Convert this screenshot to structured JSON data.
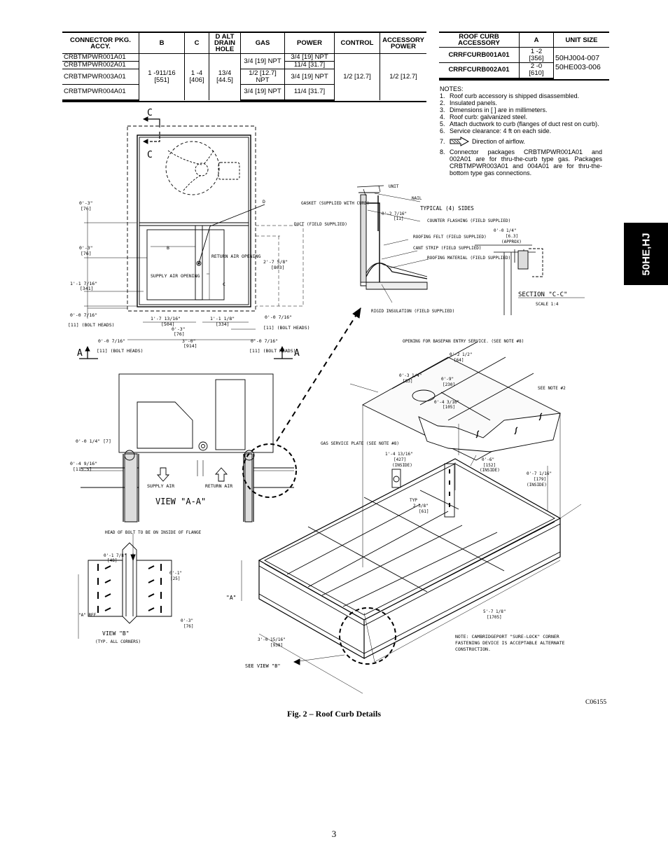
{
  "connector_table": {
    "headers": [
      "CONNECTOR PKG. ACCY.",
      "B",
      "C",
      "D ALT DRAIN HOLE",
      "GAS",
      "POWER",
      "CONTROL",
      "ACCESSORY POWER"
    ],
    "rows": [
      {
        "pkg": "CRBTMPWR001A01",
        "gas": "3/4 [19] NPT",
        "power": "3/4  [19] NPT"
      },
      {
        "pkg": "CRBTMPWR002A01",
        "gas": "",
        "power": "11/4  [31.7]"
      },
      {
        "pkg": "CRBTMPWR003A01",
        "gas": "1/2 [12.7] NPT",
        "power": "3/4  [19] NPT"
      },
      {
        "pkg": "CRBTMPWR004A01",
        "gas": "3/4 [19] NPT",
        "power": "11/4  [31.7]"
      }
    ],
    "b": "1 -911/16 [551]",
    "c": "1 -4 [406]",
    "d": "13/4 [44.5]",
    "control": "1/2 [12.7]",
    "accessory_power": "1/2 [12.7]"
  },
  "curb_table": {
    "headers": [
      "ROOF CURB ACCESSORY",
      "A",
      "UNIT SIZE"
    ],
    "rows": [
      {
        "accessory": "CRRFCURB001A01",
        "a1": "1 -2",
        "a2": "[356]"
      },
      {
        "accessory": "CRRFCURB002A01",
        "a1": "2 -0",
        "a2": "[610]"
      }
    ],
    "unit_sizes": [
      "50HJ004-007",
      "50HE003-006"
    ]
  },
  "notes": {
    "heading": "NOTES:",
    "items": [
      {
        "num": "1.",
        "text": "Roof curb accessory is shipped disassembled."
      },
      {
        "num": "2.",
        "text": "Insulated panels."
      },
      {
        "num": "3.",
        "text": "Dimensions in [   ] are in millimeters."
      },
      {
        "num": "4.",
        "text": "Roof curb: galvanized steel."
      },
      {
        "num": "5.",
        "text": "Attach ductwork to curb (flanges of duct rest on curb)."
      },
      {
        "num": "6.",
        "text": "Service clearance: 4 ft on each side."
      },
      {
        "num": "7.",
        "text": "Direction of airflow."
      },
      {
        "num": "8.",
        "text": "Connector packages CRBTMPWR001A01 and 002A01 are for thru-the-curb type gas. Packages CRBTMPWR003A01 and 004A01 are for thru-the-bottom type gas connections."
      }
    ]
  },
  "side_tab": "50HE,HJ",
  "drawing": {
    "c_label": "C",
    "a_label": "A",
    "d_label": "D",
    "b_label": "B",
    "c_dim": "C",
    "return_air": "RETURN AIR OPENING",
    "supply_air": "SUPPLY AIR OPENING",
    "dim_0_3": "0'-3\"",
    "dim_76": "[76]",
    "dim_1_1_7_16": "1'-1 7/16\"",
    "dim_341": "[341]",
    "dim_0_7_16": "0'-0 7/16\"",
    "dim_11_bolt": "[11] (BOLT HEADS)",
    "dim_1_7_13": "1'-7 13/16\"",
    "dim_504": "[504]",
    "dim_1_1_1_8": "1'-1 1/8\"",
    "dim_334": "[334]",
    "dim_2_7_5_8": "2'-7 5/8\"",
    "dim_803": "[803]",
    "dim_3_0": "3'-0\"",
    "dim_914": "[914]",
    "gasket": "GASKET (SUPPLIED WITH CURB)",
    "unit": "UNIT",
    "nail": "NAIL",
    "typical_sides": "TYPICAL (4) SIDES",
    "duct": "DUCT (FIELD SUPPLIED)",
    "counter_flashing": "COUNTER FLASHING (FIELD SUPPLIED)",
    "roofing_felt": "ROOFING FELT (FIELD SUPPLIED)",
    "cant_strip": "CANT STRIP (FIELD SUPPLIED)",
    "roofing_material": "ROOFING MATERIAL (FIELD SUPPLIED)",
    "rigid_insulation": "RIGID INSULATION (FIELD SUPPLIED)",
    "dim_0_2_7_16": "0'-2 7/16\"",
    "dim_11": "[11]",
    "dim_0_0_1_4": "0'-0 1/4\"",
    "dim_6_3": "[6.3]",
    "approx": "(APPROX)",
    "section_cc": "SECTION \"C-C\"",
    "scale": "SCALE 1:4",
    "view_aa": "VIEW \"A-A\"",
    "supply_air_arrow": "SUPPLY AIR",
    "return_air_arrow": "RETURN AIR",
    "dim_0_0_1_4_7": "0'-0 1/4\" [7]",
    "dim_0_4_9_16": "0'-4 9/16\"",
    "dim_115": "[115.5]",
    "head_of_bolt": "HEAD OF BOLT TO BE ON INSIDE OF FLANGE",
    "dim_0_1_7_8": "0'-1 7/8\"",
    "dim_48": "[48]",
    "dim_0_1": "0'-1\"",
    "dim_25": "[25]",
    "a_ref": "\"A\" REF",
    "view_b": "VIEW \"B\"",
    "all_corners": "(TYP. ALL CORNERS)",
    "opening_basepan": "OPENING FOR BASEPAN ENTRY SERVICE. (SEE NOTE #8)",
    "dim_0_2_1_2": "0'-2 1/2\"",
    "dim_64": "[64]",
    "dim_0_3_1_4": "0'-3 1/4\"",
    "dim_83": "[83]",
    "dim_0_9": "0'-9\"",
    "dim_230": "[230]",
    "dim_0_4_3_16": "0'-4 3/16\"",
    "dim_105": "[105]",
    "see_note_2": "SEE NOTE #2",
    "gas_service": "GAS SERVICE PLATE (SEE NOTE #8)",
    "dim_1_4_13_16": "1'-4 13/16\"",
    "dim_427": "[427]",
    "inside": "(INSIDE)",
    "dim_0_6": "0'-6\"",
    "dim_152": "[152]",
    "dim_0_7_1_16": "0'-7 1/16\"",
    "dim_179": "[179]",
    "typ": "TYP",
    "dim_2_3_8": "2 3/8\"",
    "dim_61": "[61]",
    "a_quote": "\"A\"",
    "dim_5_7_1_8": "5'-7 1/8\"",
    "dim_1705": "[1705]",
    "dim_3_0_15_16": "3'-0 15/16\"",
    "dim_938": "[938]",
    "note_cambridge": "NOTE: CAMBRIDGEPORT \"SURE-LOCK\" CORNER FASTENING DEVICE IS ACCEPTABLE ALTERNATE CONSTRUCTION.",
    "see_view_b": "SEE VIEW \"B\""
  },
  "figure_code": "C06155",
  "caption": "Fig. 2 – Roof Curb Details",
  "page_number": "3"
}
